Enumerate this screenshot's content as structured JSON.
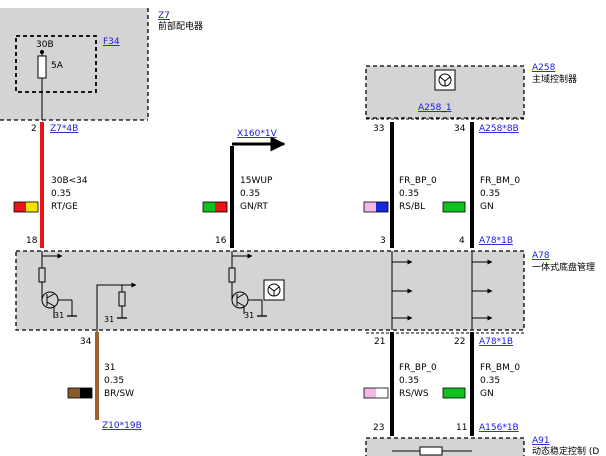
{
  "components": {
    "z7": {
      "ref": "Z7",
      "name": "前部配电器",
      "fuse_ref": "F34",
      "fuse_terminal": "30B",
      "fuse_rating": "5A"
    },
    "a258": {
      "ref": "A258",
      "name": "主域控制器",
      "connector_ref": "A258_1"
    },
    "a78": {
      "ref": "A78",
      "name": "一体式底盘管理"
    },
    "a91": {
      "ref": "A91",
      "name": "动态稳定控制 (D"
    }
  },
  "pins": {
    "z7_pin": "2",
    "z7_connector": "Z7*4B",
    "x160": "X160*1V",
    "a258_pin_33": "33",
    "a258_pin_34": "34",
    "a258_connector": "A258*8B",
    "a78_pin_18": "18",
    "a78_pin_16": "16",
    "a78_pin_3": "3",
    "a78_pin_4": "4",
    "a78_connector_top": "A78*1B",
    "a78_pin_34": "34",
    "a78_pin_21": "21",
    "a78_pin_22": "22",
    "a78_connector_bottom": "A78*1B",
    "z10": "Z10*19B",
    "a91_pin_23": "23",
    "a91_pin_11": "11",
    "a91_connector": "A156*1B"
  },
  "internal_labels": {
    "ground_1": "31",
    "ground_2": "31",
    "ground_3": "31"
  },
  "wires": {
    "w1": {
      "signal": "30B<34",
      "size": "0.35",
      "color_code": "RT/GE",
      "colors": [
        "#e8141a",
        "#f2e20a"
      ]
    },
    "w2": {
      "signal": "15WUP",
      "size": "0.35",
      "color_code": "GN/RT",
      "colors": [
        "#10c020",
        "#e8141a"
      ]
    },
    "w3": {
      "signal": "FR_BP_0",
      "size": "0.35",
      "color_code": "RS/BL",
      "colors": [
        "#f5b8e6",
        "#1a2ad6"
      ]
    },
    "w4": {
      "signal": "FR_BM_0",
      "size": "0.35",
      "color_code": "GN",
      "colors": [
        "#10c020"
      ]
    },
    "w5": {
      "signal": "31",
      "size": "0.35",
      "color_code": "BR/SW",
      "colors": [
        "#8a5a2a",
        "#000000"
      ]
    },
    "w6": {
      "signal": "FR_BP_0",
      "size": "0.35",
      "color_code": "RS/WS",
      "colors": [
        "#f5b8e6",
        "#ffffff"
      ]
    },
    "w7": {
      "signal": "FR_BM_0",
      "size": "0.35",
      "color_code": "GN",
      "colors": [
        "#10c020"
      ]
    }
  },
  "colors": {
    "box_fill": "#d4d4d4",
    "link": "#1a1ad6",
    "wire_red": "#e8141a",
    "wire_brown": "#a0612e"
  }
}
